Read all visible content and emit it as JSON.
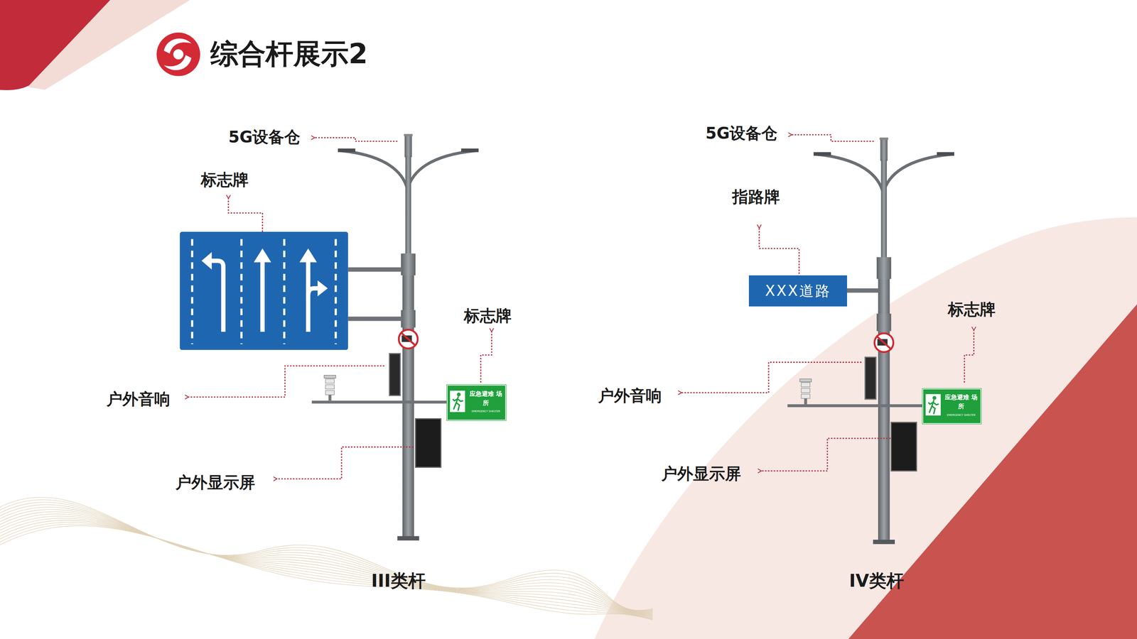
{
  "diagram": {
    "title": "综合杆展示2",
    "nodes": [
      {
        "text": [
          "应急避难 场所",
          "EMERGENCY SHELTER"
        ]
      },
      {
        "text": [
          "XXX道路"
        ]
      },
      {
        "text": [
          "应急避难 场所",
          "EMERGENCY SHELTER"
        ]
      }
    ],
    "labels": [
      "5G设备仓",
      "标志牌",
      "户外音响",
      "标志牌",
      "户外显示屏",
      "III类杆",
      "5G设备仓",
      "指路牌",
      "户外音响",
      "标志牌",
      "户外显示屏",
      "IV类杆"
    ]
  }
}
